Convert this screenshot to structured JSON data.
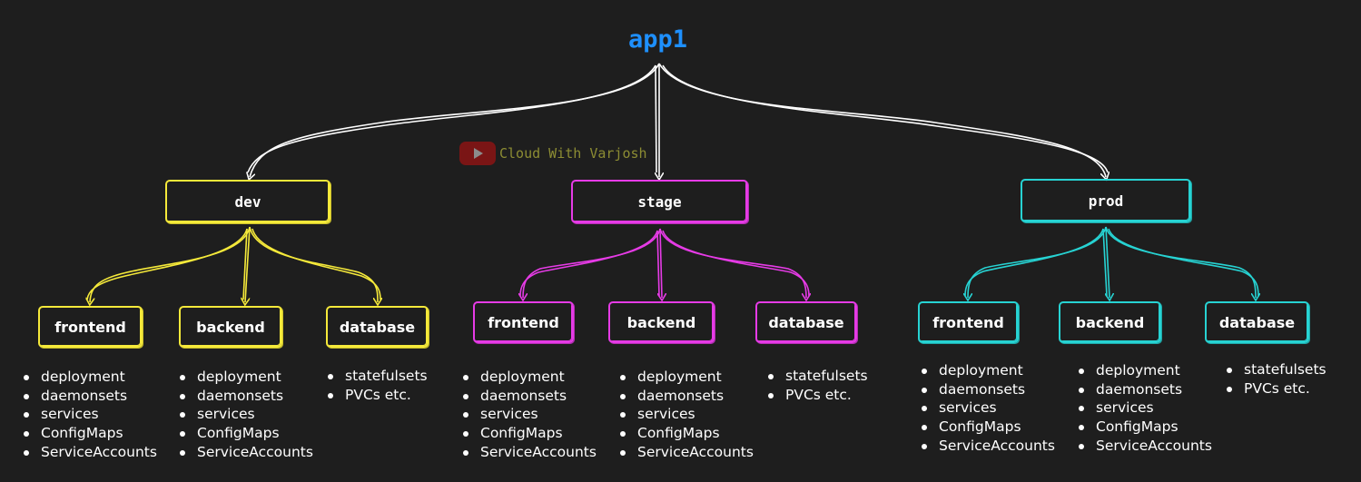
{
  "root": {
    "label": "app1",
    "color": "#1e90ff"
  },
  "watermark": {
    "text": "Cloud With Varjosh",
    "icon": "youtube-icon"
  },
  "environments": [
    {
      "label": "dev",
      "color": "#f5e93a",
      "tiers": [
        {
          "label": "frontend",
          "resources": [
            "deployment",
            "daemonsets",
            "services",
            "ConfigMaps",
            "ServiceAccounts"
          ]
        },
        {
          "label": "backend",
          "resources": [
            "deployment",
            "daemonsets",
            "services",
            "ConfigMaps",
            "ServiceAccounts"
          ]
        },
        {
          "label": "database",
          "resources": [
            "statefulsets",
            "PVCs etc."
          ]
        }
      ]
    },
    {
      "label": "stage",
      "color": "#e63be6",
      "tiers": [
        {
          "label": "frontend",
          "resources": [
            "deployment",
            "daemonsets",
            "services",
            "ConfigMaps",
            "ServiceAccounts"
          ]
        },
        {
          "label": "backend",
          "resources": [
            "deployment",
            "daemonsets",
            "services",
            "ConfigMaps",
            "ServiceAccounts"
          ]
        },
        {
          "label": "database",
          "resources": [
            "statefulsets",
            "PVCs etc."
          ]
        }
      ]
    },
    {
      "label": "prod",
      "color": "#27d3d3",
      "tiers": [
        {
          "label": "frontend",
          "resources": [
            "deployment",
            "daemonsets",
            "services",
            "ConfigMaps",
            "ServiceAccounts"
          ]
        },
        {
          "label": "backend",
          "resources": [
            "deployment",
            "daemonsets",
            "services",
            "ConfigMaps",
            "ServiceAccounts"
          ]
        },
        {
          "label": "database",
          "resources": [
            "statefulsets",
            "PVCs etc."
          ]
        }
      ]
    }
  ]
}
